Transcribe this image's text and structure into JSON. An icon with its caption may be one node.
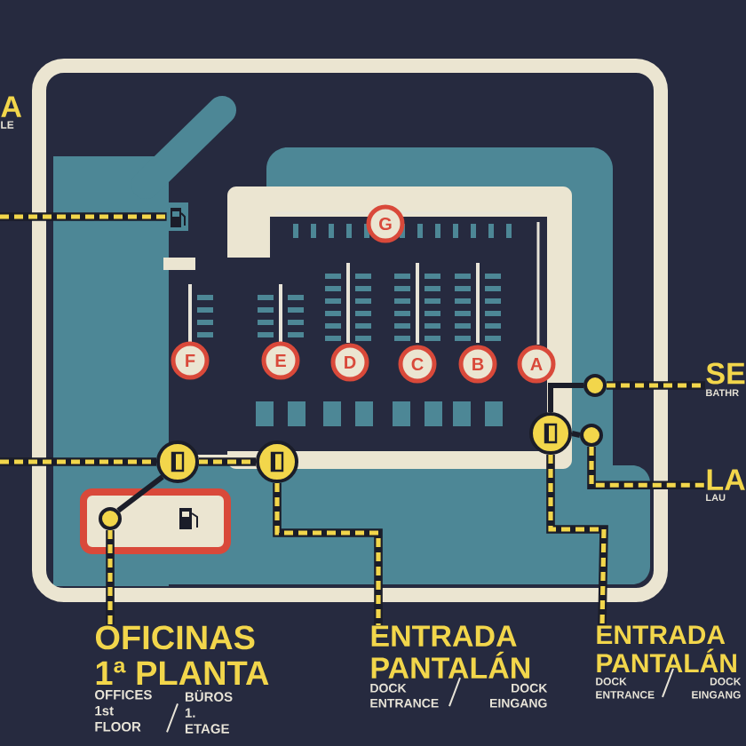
{
  "diagram": {
    "nodes": [
      {
        "text": [
          "A",
          "LE"
        ]
      },
      {
        "text": [],
        "shape": "pump"
      },
      {
        "text": [
          "G"
        ]
      },
      {
        "text": [
          "F"
        ]
      },
      {
        "text": [
          "E"
        ]
      },
      {
        "text": [
          "D"
        ]
      },
      {
        "text": [
          "C"
        ]
      },
      {
        "text": [
          "B"
        ]
      },
      {
        "text": [
          "A"
        ]
      },
      {
        "text": [],
        "shape": "circle"
      },
      {
        "text": [],
        "shape": "circle"
      },
      {
        "text": [],
        "shape": "circle"
      },
      {
        "text": [],
        "shape": "circle"
      },
      {
        "text": [],
        "shape": "circle"
      },
      {
        "text": [],
        "shape": "circle"
      },
      {
        "text": [
          "OFICINAS 1ª PLANTA",
          "OFFICES 1st FLOOR",
          "BÜROS 1. ETAGE"
        ]
      },
      {
        "text": [
          "ENTRADA PANTALÁN",
          "DOCK ENTRANCE",
          "DOCK EINGANG"
        ]
      },
      {
        "text": [
          "ENTRADA PANTALÁN",
          "DOCK ENTRANCE",
          "DOCK EINGANG"
        ]
      },
      {
        "text": [
          "SE",
          "BATHR"
        ]
      },
      {
        "text": [
          "LA",
          "LAU"
        ]
      }
    ],
    "edges": [
      {
        "from": null,
        "to": 1,
        "arrow": "none"
      },
      {
        "from": null,
        "to": 9,
        "arrow": "none"
      },
      {
        "from": 9,
        "to": 10,
        "arrow": "none"
      },
      {
        "from": 9,
        "to": 12,
        "arrow": "none",
        "color": "#1b1d29"
      },
      {
        "from": 12,
        "to": 15,
        "arrow": "none"
      },
      {
        "from": 10,
        "to": 16,
        "arrow": "none"
      },
      {
        "from": 11,
        "to": 17,
        "arrow": "none"
      },
      {
        "from": 11,
        "to": 13,
        "arrow": "none",
        "color": "#1b1d29"
      },
      {
        "from": 11,
        "to": 14,
        "arrow": "none",
        "color": "#1b1d29"
      },
      {
        "from": 13,
        "to": 18,
        "arrow": "none"
      },
      {
        "from": 14,
        "to": 19,
        "arrow": "none"
      }
    ]
  }
}
